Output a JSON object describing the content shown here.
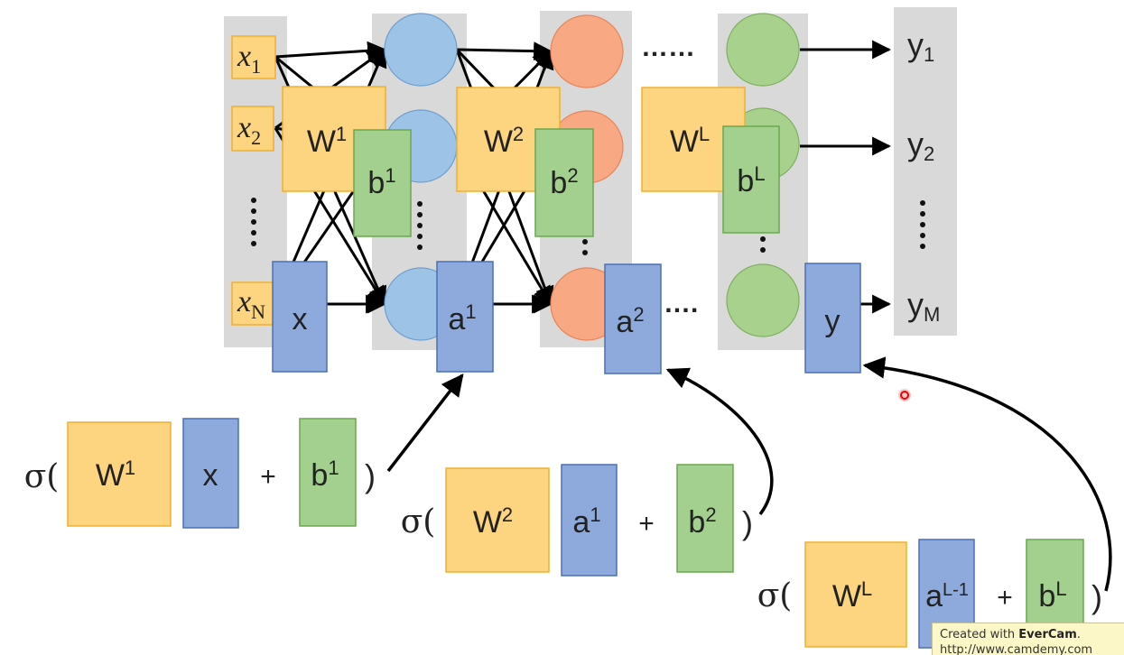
{
  "network": {
    "inputs": [
      "x",
      "x",
      "x"
    ],
    "input_subs": [
      "1",
      "2",
      "N"
    ],
    "outputs": [
      "y",
      "y",
      "y"
    ],
    "output_subs": [
      "1",
      "2",
      "M"
    ],
    "dots_h": "……",
    "dots_h2": "….",
    "weights": [
      {
        "base": "W",
        "sup": "1"
      },
      {
        "base": "W",
        "sup": "2"
      },
      {
        "base": "W",
        "sup": "L"
      }
    ],
    "biases": [
      {
        "base": "b",
        "sup": "1"
      },
      {
        "base": "b",
        "sup": "2"
      },
      {
        "base": "b",
        "sup": "L"
      }
    ],
    "vectors": [
      {
        "base": "x",
        "sup": ""
      },
      {
        "base": "a",
        "sup": "1"
      },
      {
        "base": "a",
        "sup": "2"
      },
      {
        "base": "y",
        "sup": ""
      }
    ]
  },
  "formulas": [
    {
      "sigma": "σ(",
      "w": "W",
      "w_sup": "1",
      "in": "x",
      "in_sup": "",
      "plus": "+",
      "b": "b",
      "b_sup": "1",
      "close": ")"
    },
    {
      "sigma": "σ(",
      "w": "W",
      "w_sup": "2",
      "in": "a",
      "in_sup": "1",
      "plus": "+",
      "b": "b",
      "b_sup": "2",
      "close": ")"
    },
    {
      "sigma": "σ(",
      "w": "W",
      "w_sup": "L",
      "in": "a",
      "in_sup": "L-1",
      "plus": "+",
      "b": "b",
      "b_sup": "L",
      "close": ")"
    }
  ],
  "watermark": {
    "prefix": "Created with ",
    "brand": "EverCam",
    "suffix": ".",
    "url": "http://www.camdemy.com"
  },
  "colors": {
    "weight": "#fdd47f",
    "bias": "#a3d08f",
    "vector": "#8eaadc",
    "layer1": "#9dc3e6",
    "layer2": "#f8a882",
    "layerL": "#a9d18e",
    "column": "#d9d9d9"
  }
}
